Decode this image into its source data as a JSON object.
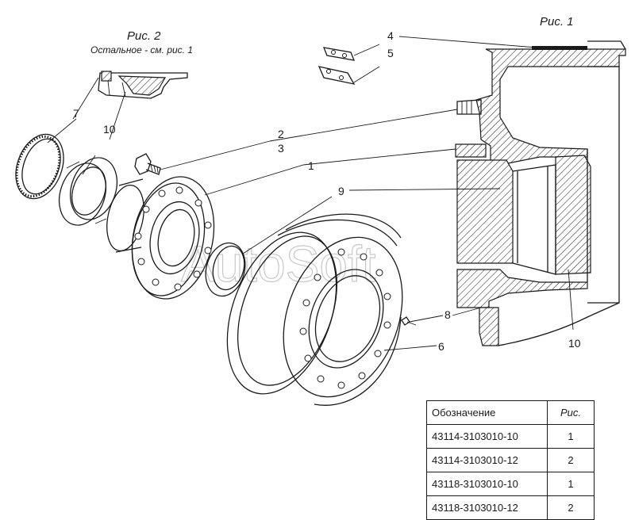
{
  "titles": {
    "fig1": "Рис. 1",
    "fig2": "Рис. 2",
    "fig2_note": "Остальное - см. рис. 1"
  },
  "callouts": {
    "c1": "1",
    "c2": "2",
    "c3": "3",
    "c4": "4",
    "c5": "5",
    "c6": "6",
    "c7": "7",
    "c8": "8",
    "c9": "9",
    "c10a": "10",
    "c10b": "10"
  },
  "watermark": "AutoSoft",
  "table": {
    "headers": [
      "Обозначение",
      "Рис."
    ],
    "rows": [
      [
        "43114-3103010-10",
        "1"
      ],
      [
        "43114-3103010-12",
        "2"
      ],
      [
        "43118-3103010-10",
        "1"
      ],
      [
        "43118-3103010-12",
        "2"
      ]
    ]
  },
  "colors": {
    "ink": "#1a1a1a",
    "watermark": "#c8c8c8",
    "paper": "#ffffff"
  }
}
